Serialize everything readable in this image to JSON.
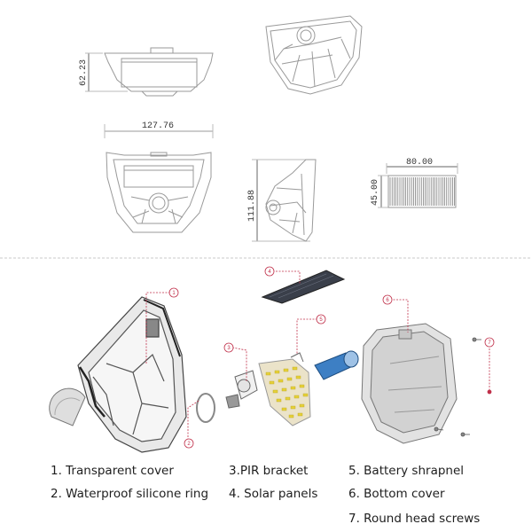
{
  "dimensions": {
    "width_top": "127.76",
    "height_top": "62.23",
    "height_side": "111.88",
    "panel_width": "80.00",
    "panel_height": "45.00"
  },
  "callouts": [
    "1",
    "2",
    "3",
    "4",
    "5",
    "6",
    "7"
  ],
  "legend": [
    "1. Transparent cover",
    "2. Waterproof silicone ring",
    "3.PIR bracket",
    "4. Solar panels",
    "5. Battery shrapnel",
    "6. Bottom cover",
    "7. Round head screws"
  ],
  "colors": {
    "line": "#9a9a9a",
    "callout": "#c0304a",
    "divider": "#c8c8c8",
    "battery": "#3d7fc4",
    "solar": "#3a3f4a"
  }
}
